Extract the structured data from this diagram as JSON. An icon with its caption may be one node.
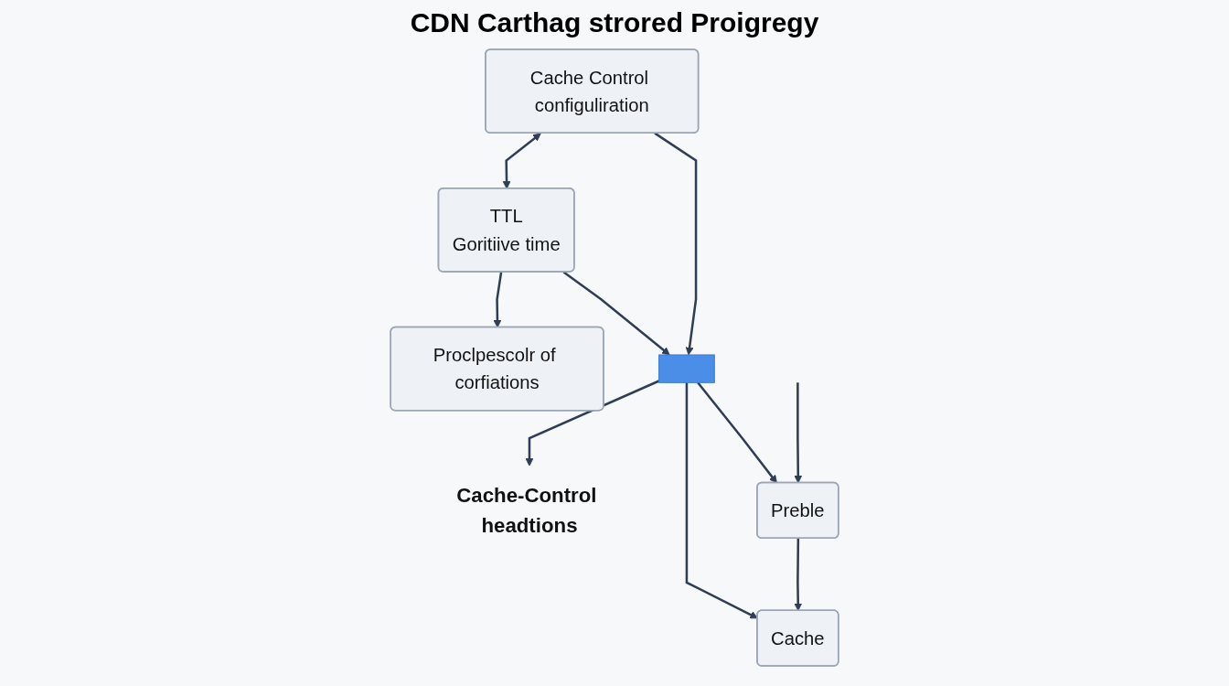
{
  "diagram": {
    "title": "CDN Carthag strored Proigregy",
    "nodes": [
      {
        "text": [
          "TTL",
          "Goritiive time"
        ]
      },
      {
        "text": [
          "Proclpescolr of corfiations"
        ]
      },
      {
        "text": [
          "Cache Control configuliration"
        ]
      },
      {
        "text": [],
        "shape": "box"
      },
      {
        "text": [
          "Cache-Control headtions"
        ]
      },
      {
        "text": [
          "Preble"
        ]
      },
      {
        "text": [
          "Cache"
        ]
      }
    ],
    "edges": [
      {
        "from": 2,
        "to": 0,
        "arrow": "both"
      },
      {
        "from": 0,
        "to": 1,
        "arrow": "to"
      },
      {
        "from": 0,
        "to": 3,
        "arrow": "to"
      },
      {
        "from": 2,
        "to": 3,
        "arrow": "to"
      },
      {
        "from": 3,
        "to": 4,
        "arrow": "to"
      },
      {
        "from": 3,
        "to": 5,
        "arrow": "to"
      },
      {
        "from": 3,
        "to": 6,
        "arrow": "to"
      },
      {
        "from": null,
        "to": 5,
        "arrow": "to"
      },
      {
        "from": 5,
        "to": 6,
        "arrow": "to"
      }
    ]
  }
}
